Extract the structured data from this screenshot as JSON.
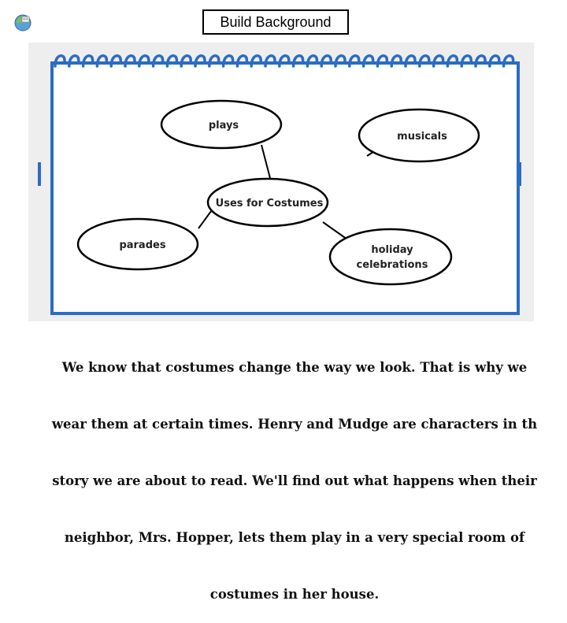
{
  "header": {
    "title": "Build Background"
  },
  "diagram": {
    "center": "Uses for Costumes",
    "nodes": [
      "plays",
      "musicals",
      "parades",
      "holiday",
      "celebrations"
    ]
  },
  "caption": {
    "line1": "We know that costumes change the way we look. That is why we",
    "line2": "wear them at certain times. Henry and Mudge are characters in th",
    "line3": "story we are about to read. We'll find out what happens when their",
    "line4": "neighbor, Mrs. Hopper, lets them play in a very special room of",
    "line5": "costumes in her house."
  },
  "colors": {
    "accent": "#2b6cc4",
    "panel": "#eeeeee",
    "text": "#111111"
  },
  "icons": {
    "logo": "app-logo-icon"
  }
}
